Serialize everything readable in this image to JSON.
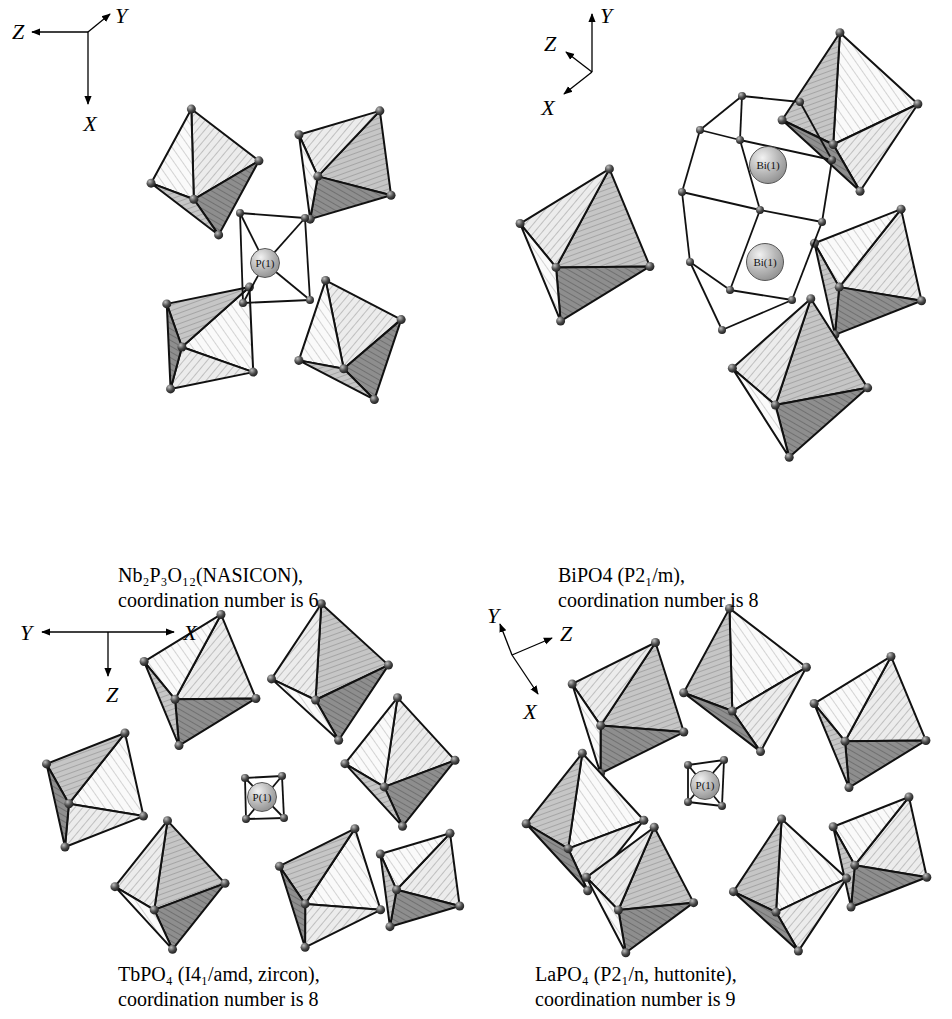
{
  "diagram": {
    "nodes": [
      {
        "text": [
          "P(1)"
        ]
      },
      {
        "text": [
          "Bi(1)"
        ]
      },
      {
        "text": [
          "Bi(1)"
        ]
      },
      {
        "text": [
          "P(1)"
        ]
      },
      {
        "text": [
          "P(1)"
        ]
      }
    ],
    "labels": [
      "Z",
      "Y",
      "X",
      "Nb₂P₃O₁₂(NASICON),",
      "coordination number is 6",
      "Y",
      "Z",
      "X",
      "BiPO4 (P2₁/m),",
      "coordination number is 8",
      "Y",
      "X",
      "Z",
      "TbPO₄ (I4₁/amd, zircon),",
      "coordination number is 8",
      "Y",
      "Z",
      "X",
      "LaPO₄ (P2₁/n, huttonite),",
      "coordination number is 9"
    ]
  }
}
